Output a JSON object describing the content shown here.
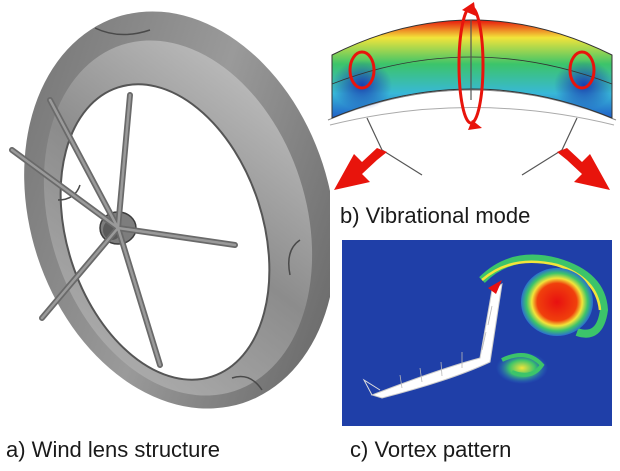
{
  "captions": {
    "a": "a) Wind lens structure",
    "b": "b) Vibrational mode",
    "c": "c) Vortex pattern"
  },
  "colors": {
    "structure_gray": "#8a8a8a",
    "arrow_red": "#e8140c",
    "field_background": "#1f3fa8",
    "vortex_core": "#e81010",
    "contour_green": "#3cc46a",
    "contour_yellow": "#f2e43a"
  }
}
